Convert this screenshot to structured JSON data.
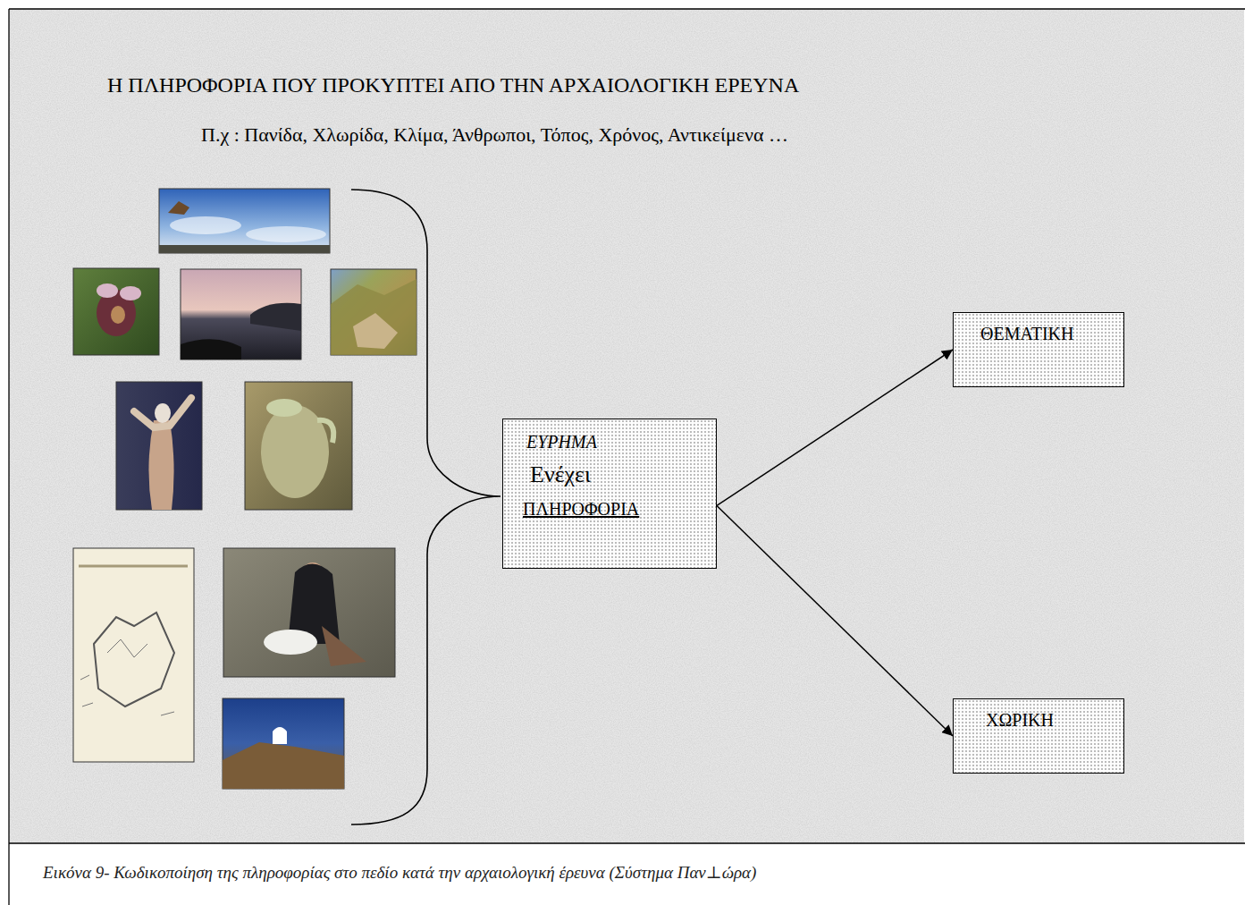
{
  "diagram": {
    "title": "Η ΠΛΗΡΟΦΟΡΙΑ ΠΟΥ ΠΡΟΚΥΠΤΕΙ ΑΠΟ ΤΗΝ ΑΡΧΑΙΟΛΟΓΙΚΗ ΕΡΕΥΝΑ",
    "caption": "Εικόνα 9- Κωδικοποίηση της πληροφορίας στο πεδίο κατά την αρχαιολογική έρευνα (Σύστημα Παν⊥ώρα)",
    "nodes": [
      {
        "text": [
          "ΕΥΡΗΜΑ",
          "Ενέχει",
          "ΠΛΗΡΟΦΟΡΙΑ"
        ]
      },
      {
        "text": [
          "ΘΕΜΑΤΙΚΗ"
        ]
      },
      {
        "text": [
          "ΧΩΡΙΚΗ"
        ]
      }
    ],
    "edges": [
      {
        "from": 0,
        "to": 1,
        "arrow": "to"
      },
      {
        "from": 0,
        "to": 2,
        "arrow": "to"
      }
    ],
    "labels": [
      "Π.χ : Πανίδα, Χλωρίδα, Κλίμα, Άνθρωποι, Τόπος, Χρόνος, Αντικείμενα …"
    ]
  }
}
